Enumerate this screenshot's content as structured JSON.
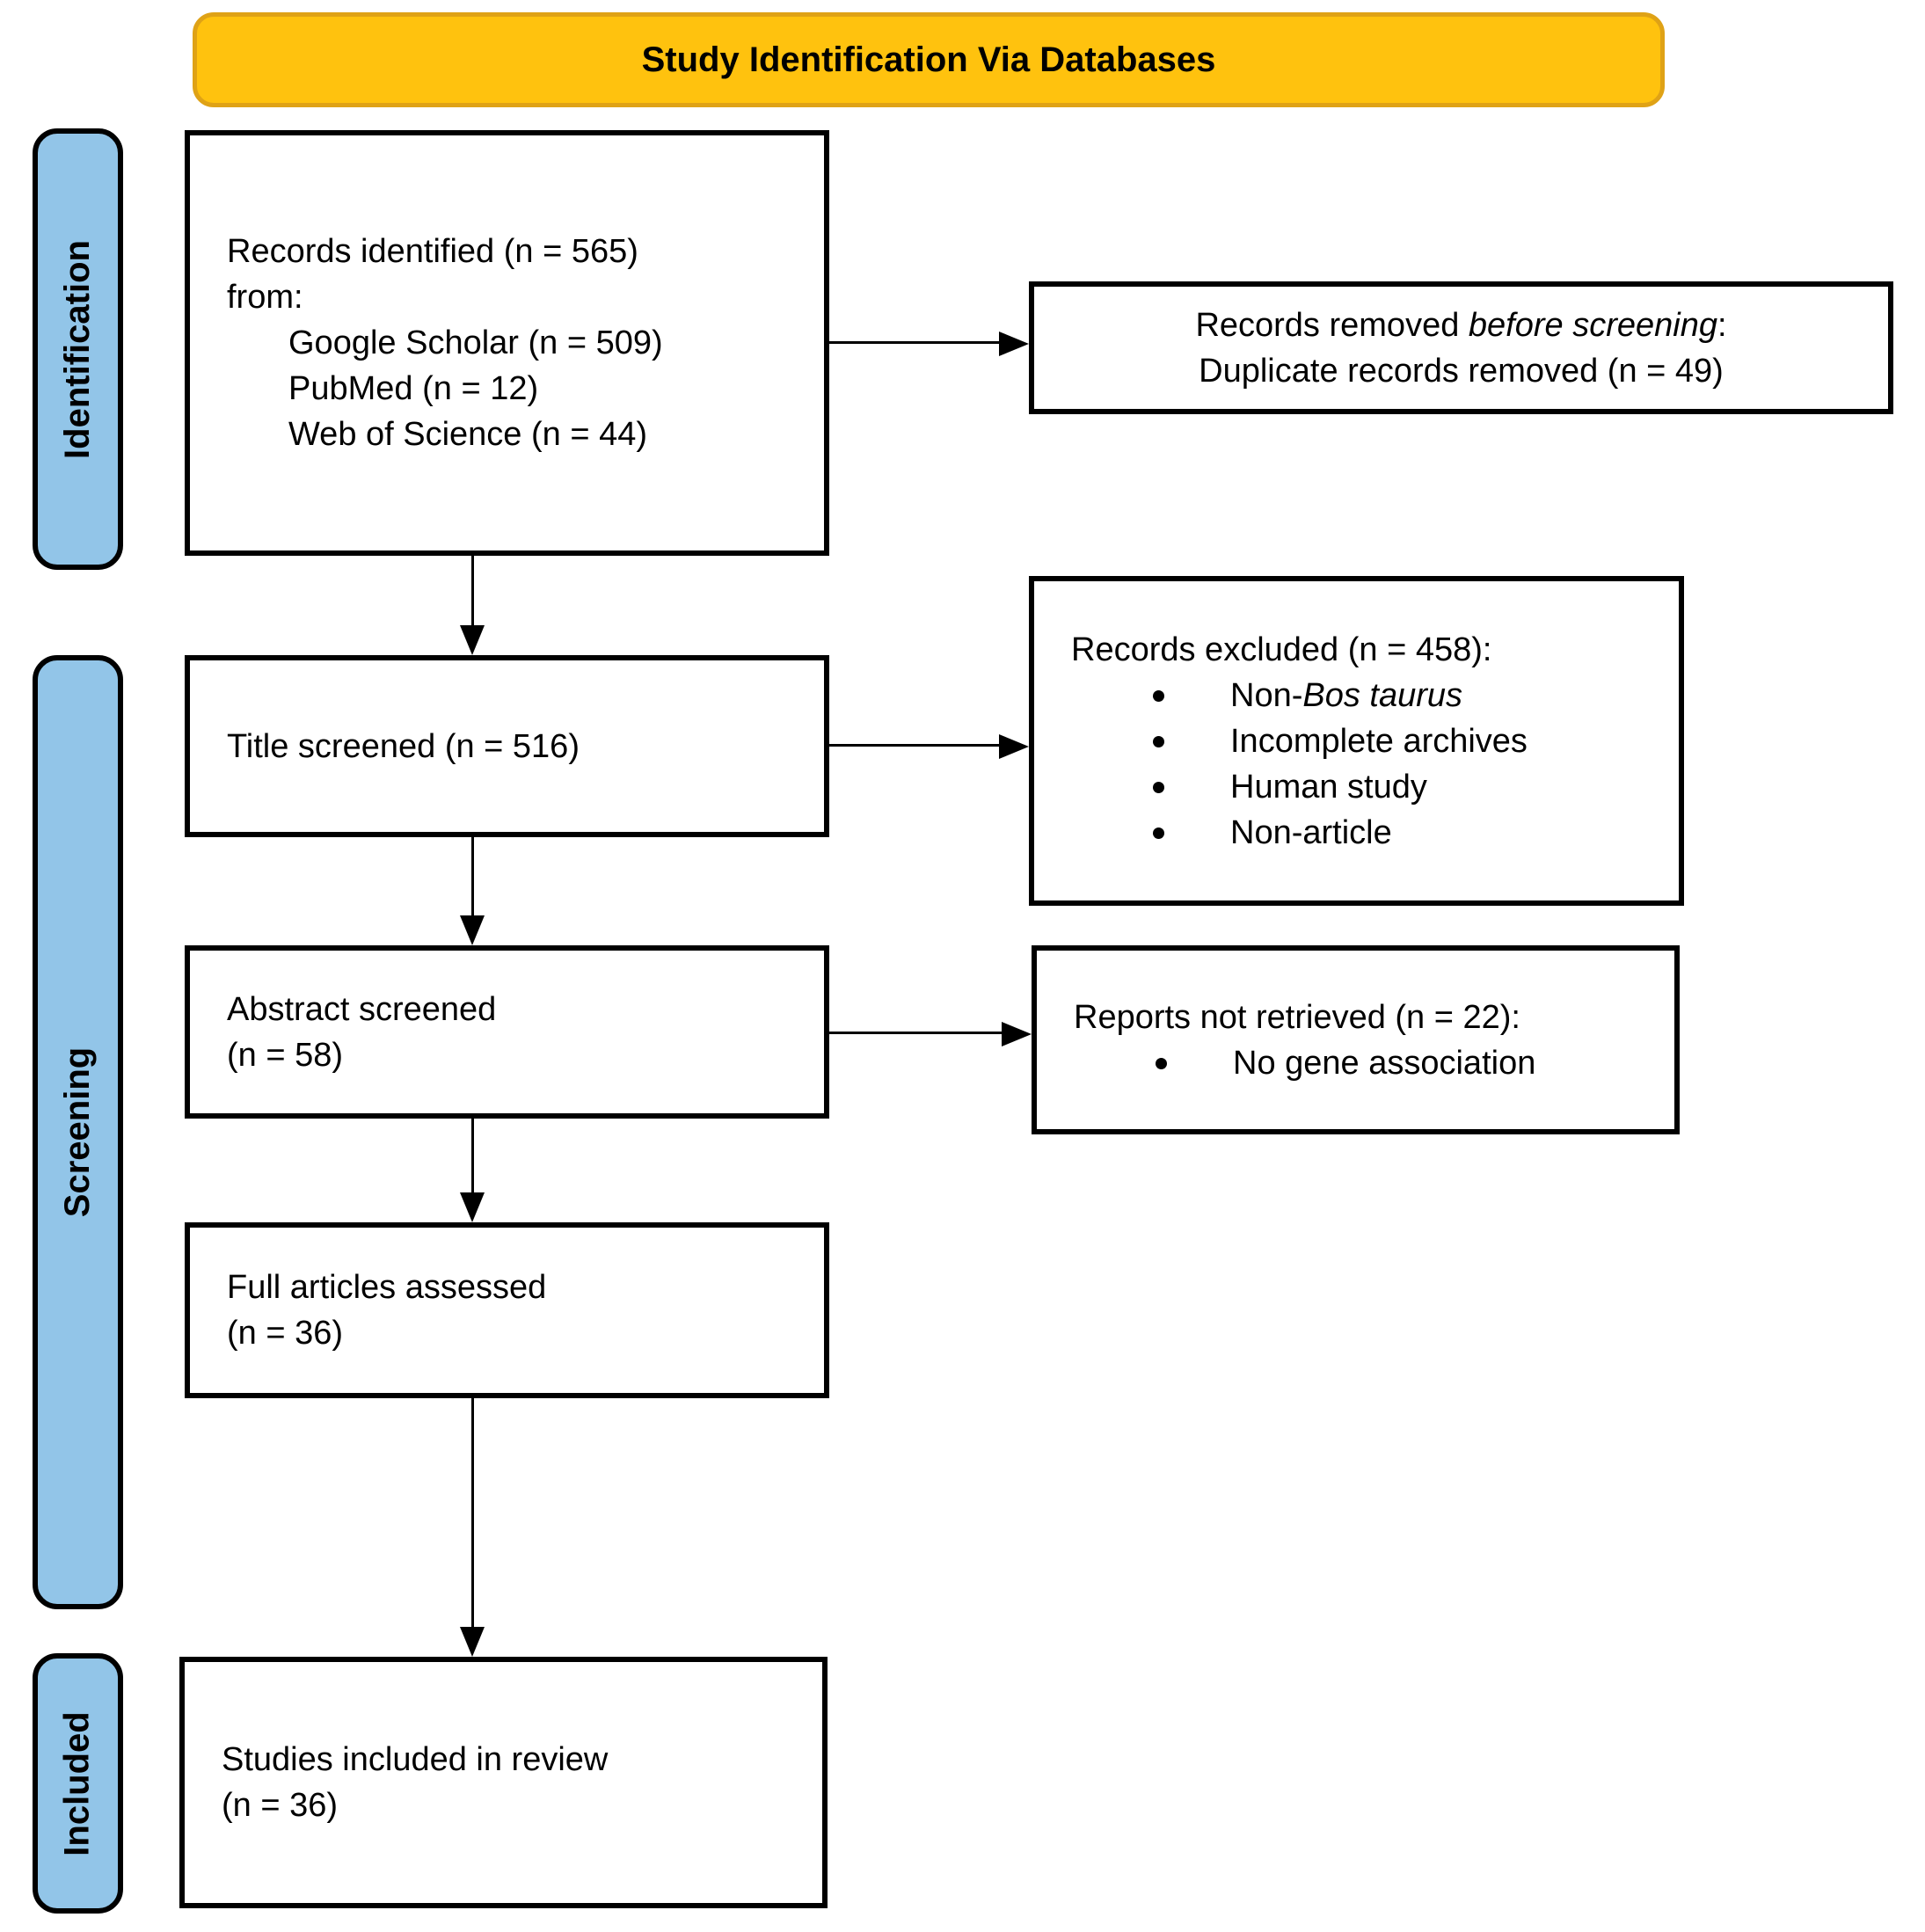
{
  "banner": {
    "label": "Study Identification Via Databases"
  },
  "sidebar": {
    "items": [
      {
        "label": "Identification"
      },
      {
        "label": "Screening"
      },
      {
        "label": "Included"
      }
    ]
  },
  "flow": {
    "records_identified": {
      "lines": [
        "Records identified (n = 565)",
        "from:"
      ],
      "sources": [
        "Google Scholar (n = 509)",
        "PubMed (n = 12)",
        "Web of Science (n = 44)"
      ]
    },
    "title_screened": {
      "lines": [
        "Title screened (n = 516)"
      ]
    },
    "abstract_screened": {
      "lines": [
        "Abstract screened",
        "(n = 58)"
      ]
    },
    "full_articles": {
      "lines": [
        "Full articles assessed",
        "(n = 36)"
      ]
    },
    "studies_included": {
      "lines": [
        "Studies included in review",
        "(n = 36)"
      ]
    }
  },
  "side": {
    "records_removed": {
      "line1_text": "Records removed ",
      "line1_italic": "before screening",
      "line1_suffix": ":",
      "line2": "Duplicate records removed (n = 49)"
    },
    "records_excluded": {
      "title": "Records excluded (n = 458):",
      "items": [
        {
          "text": "Non-",
          "italic": "Bos taurus"
        },
        {
          "text": "Incomplete archives"
        },
        {
          "text": "Human study"
        },
        {
          "text": "Non-article"
        }
      ]
    },
    "reports_not_retrieved": {
      "title": "Reports not retrieved (n = 22):",
      "items": [
        {
          "text": "No gene association"
        }
      ]
    }
  },
  "colors": {
    "banner_bg": "#FFC20E",
    "banner_border": "#DFA216",
    "stage_bg": "#92C5E8",
    "line": "#000000"
  }
}
